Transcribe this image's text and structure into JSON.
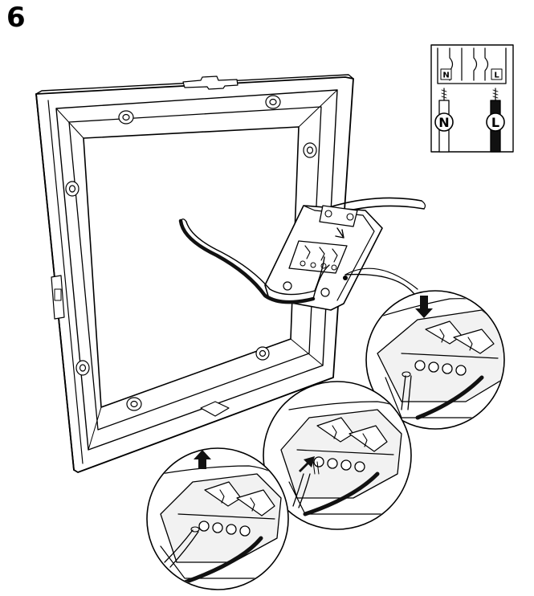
{
  "step": {
    "number": "6"
  },
  "wiring_legend": {
    "terminals": [
      "N",
      "L"
    ],
    "wires": [
      "N",
      "L"
    ]
  },
  "colors": {
    "line": "#000000",
    "background": "#ffffff",
    "fill_light": "#f2f2f2",
    "wire_dark": "#111111"
  },
  "icons": [
    "neutral-wire-icon",
    "live-wire-icon",
    "push-down-arrow-icon",
    "insert-arrow-icon",
    "pull-up-arrow-icon"
  ]
}
